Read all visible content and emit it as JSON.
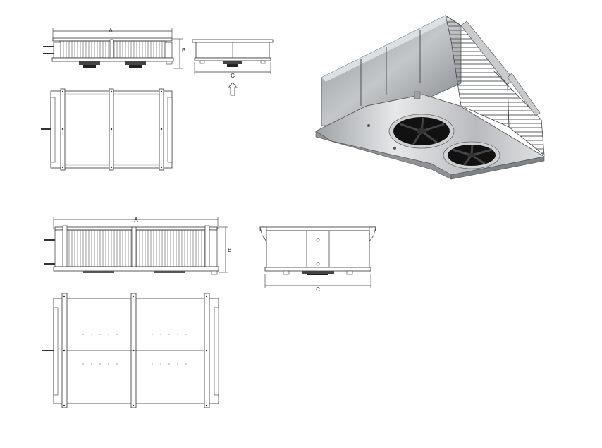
{
  "colors": {
    "line": "#333333",
    "fin": "#9a9a9a",
    "steel_dark": "#6f7478",
    "steel_mid": "#a9adb1",
    "steel_light": "#d6d9db"
  },
  "drawing_small": {
    "side_view": {
      "dim_a": "A",
      "dim_b": "B"
    },
    "end_view": {
      "dim_c": "C",
      "airflow_icon": "up-arrow-icon"
    },
    "top_view": {}
  },
  "drawing_large": {
    "side_view": {
      "dim_a": "A",
      "dim_b": "B"
    },
    "end_view": {
      "dim_c": "C"
    },
    "top_view": {}
  },
  "product_photo": {
    "fan_count": 2,
    "icon": "dual-fan-unit-cooler-icon"
  }
}
